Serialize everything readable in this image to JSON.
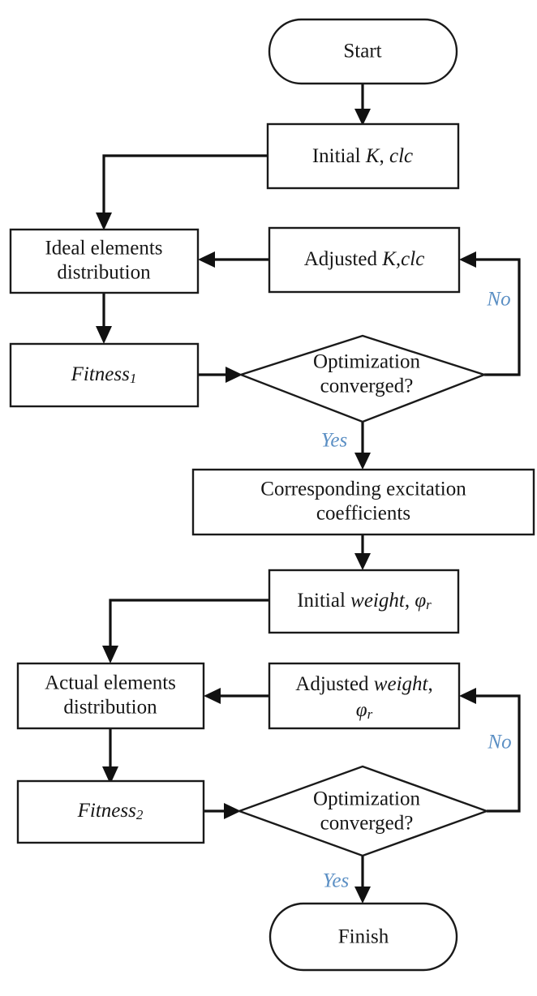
{
  "diagram": {
    "type": "flowchart",
    "title": "Two-stage optimization flowchart",
    "colors": {
      "shape_stroke": "#1a1a1a",
      "shape_fill": "#ffffff",
      "connector": "#111111",
      "text": "#161616",
      "branch_label": "#5b8fc4",
      "background": "#ffffff"
    },
    "nodes": {
      "start": {
        "label": "Start",
        "shape": "terminator"
      },
      "initial_k": {
        "label_plain": "Initial ",
        "label_italic_1": "K",
        "label_sep": ", ",
        "label_italic_2": "clc",
        "shape": "process"
      },
      "ideal_elements": {
        "line1": "Ideal elements",
        "line2": "distribution",
        "shape": "process"
      },
      "adjusted_k": {
        "label_plain": "Adjusted ",
        "label_italic_1": "K,",
        "label_italic_2": "clc",
        "shape": "process"
      },
      "fitness1": {
        "label_italic": "Fitness",
        "label_sub": "1",
        "shape": "process"
      },
      "decision1": {
        "line1": "Optimization",
        "line2": "converged?",
        "shape": "decision"
      },
      "corresponding": {
        "line1": "Corresponding excitation",
        "line2": "coefficients",
        "shape": "process"
      },
      "initial_weight": {
        "label_plain": "Initial ",
        "label_italic": "weight",
        "label_sep": ", ",
        "label_phi": "φ",
        "label_sub": "r",
        "shape": "process"
      },
      "actual_elements": {
        "line1": "Actual elements",
        "line2": "distribution",
        "shape": "process"
      },
      "adjusted_weight": {
        "label_plain": "Adjusted ",
        "label_italic": "weight",
        "label_sep": ",",
        "label_phi": "φ",
        "label_sub": "r",
        "shape": "process"
      },
      "fitness2": {
        "label_italic": "Fitness",
        "label_sub": "2",
        "shape": "process"
      },
      "decision2": {
        "line1": "Optimization",
        "line2": "converged?",
        "shape": "decision"
      },
      "finish": {
        "label": "Finish",
        "shape": "terminator"
      }
    },
    "branch_labels": {
      "no_upper": "No",
      "yes_upper": "Yes",
      "no_lower": "No",
      "yes_lower": "Yes"
    },
    "edges": [
      {
        "from": "start",
        "to": "initial_k",
        "label": ""
      },
      {
        "from": "initial_k",
        "to": "ideal_elements",
        "label": ""
      },
      {
        "from": "ideal_elements",
        "to": "fitness1",
        "label": ""
      },
      {
        "from": "fitness1",
        "to": "decision1",
        "label": ""
      },
      {
        "from": "decision1",
        "to": "adjusted_k",
        "label": "No"
      },
      {
        "from": "adjusted_k",
        "to": "ideal_elements",
        "label": ""
      },
      {
        "from": "decision1",
        "to": "corresponding",
        "label": "Yes"
      },
      {
        "from": "corresponding",
        "to": "initial_weight",
        "label": ""
      },
      {
        "from": "initial_weight",
        "to": "actual_elements",
        "label": ""
      },
      {
        "from": "actual_elements",
        "to": "fitness2",
        "label": ""
      },
      {
        "from": "fitness2",
        "to": "decision2",
        "label": ""
      },
      {
        "from": "decision2",
        "to": "adjusted_weight",
        "label": "No"
      },
      {
        "from": "adjusted_weight",
        "to": "actual_elements",
        "label": ""
      },
      {
        "from": "decision2",
        "to": "finish",
        "label": "Yes"
      }
    ]
  }
}
